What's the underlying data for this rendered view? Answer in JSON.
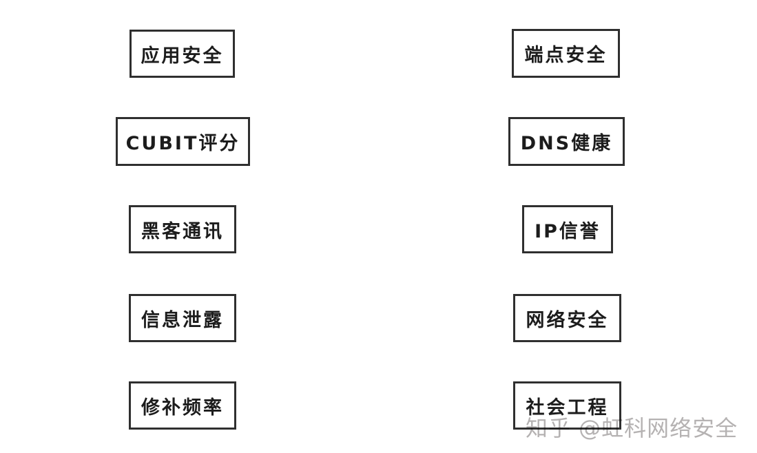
{
  "boxes": [
    {
      "label": "应用安全",
      "column": "left",
      "row": 1
    },
    {
      "label": "CUBIT评分",
      "column": "left",
      "row": 2
    },
    {
      "label": "黑客通讯",
      "column": "left",
      "row": 3
    },
    {
      "label": "信息泄露",
      "column": "left",
      "row": 4
    },
    {
      "label": "修补频率",
      "column": "left",
      "row": 5
    },
    {
      "label": "端点安全",
      "column": "right",
      "row": 1
    },
    {
      "label": "DNS健康",
      "column": "right",
      "row": 2
    },
    {
      "label": "IP信誉",
      "column": "right",
      "row": 3
    },
    {
      "label": "网络安全",
      "column": "right",
      "row": 4
    },
    {
      "label": "社会工程",
      "column": "right",
      "row": 5
    }
  ],
  "watermark": {
    "text": "知乎 @虹科网络安全"
  },
  "colors": {
    "box_border": "#2f2f2f",
    "box_text": "#1c1c1c",
    "watermark_color": "#a8a5a5",
    "page_bg": "#ffffff"
  }
}
